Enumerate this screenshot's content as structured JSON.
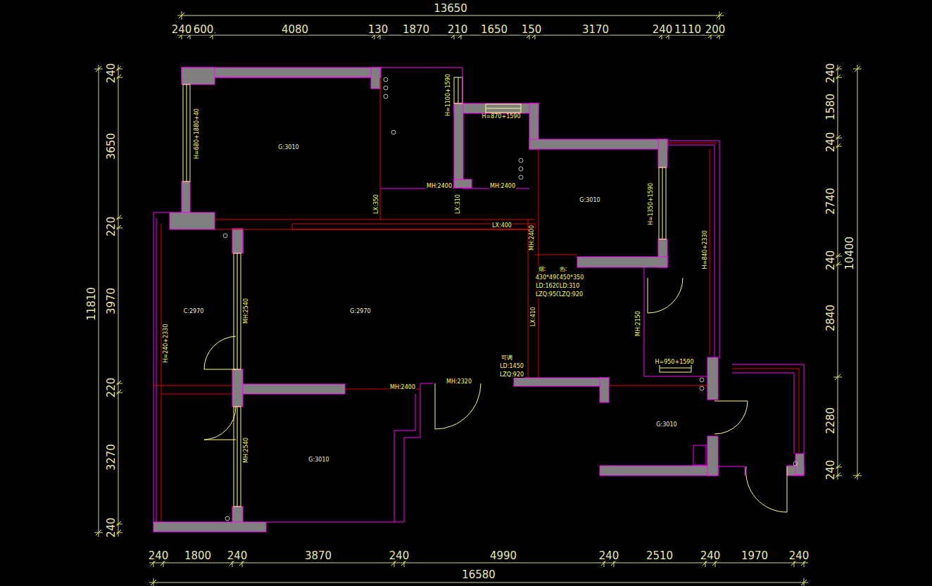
{
  "diagram": {
    "labels": [
      "13650",
      "240",
      "600",
      "4080",
      "130",
      "1870",
      "210",
      "1650",
      "150",
      "3170",
      "240",
      "1110",
      "200",
      "240",
      "1580",
      "240",
      "2740",
      "240",
      "2840",
      "2280",
      "240",
      "10400",
      "240",
      "3650",
      "220",
      "3970",
      "220",
      "3270",
      "240",
      "11810",
      "240",
      "1800",
      "240",
      "3870",
      "240",
      "4990",
      "240",
      "2510",
      "240",
      "1970",
      "240",
      "16580",
      "G:3010",
      "H=680+1880+40",
      "H=1100+1590",
      "H=870+1590",
      "MH:2400",
      "MH:2400",
      "LX:350",
      "LX:310",
      "G:3010",
      "H=1350+1590",
      "LX:400",
      "MH:2400",
      "H=840+2330",
      "烟:",
      "热:",
      "430*490",
      "450*350",
      "LD:1620",
      "LD:310",
      "LZQ:950",
      "LZQ:920",
      "LX:410",
      "MH:2150",
      "H=950+1590",
      "C:2970",
      "H=240+2330",
      "MH:2540",
      "MH:2540",
      "G:2970",
      "MH:2400",
      "MH:2320",
      "可调",
      "LD:1450",
      "LZQ:920",
      "G:3010",
      "G:3010"
    ]
  }
}
